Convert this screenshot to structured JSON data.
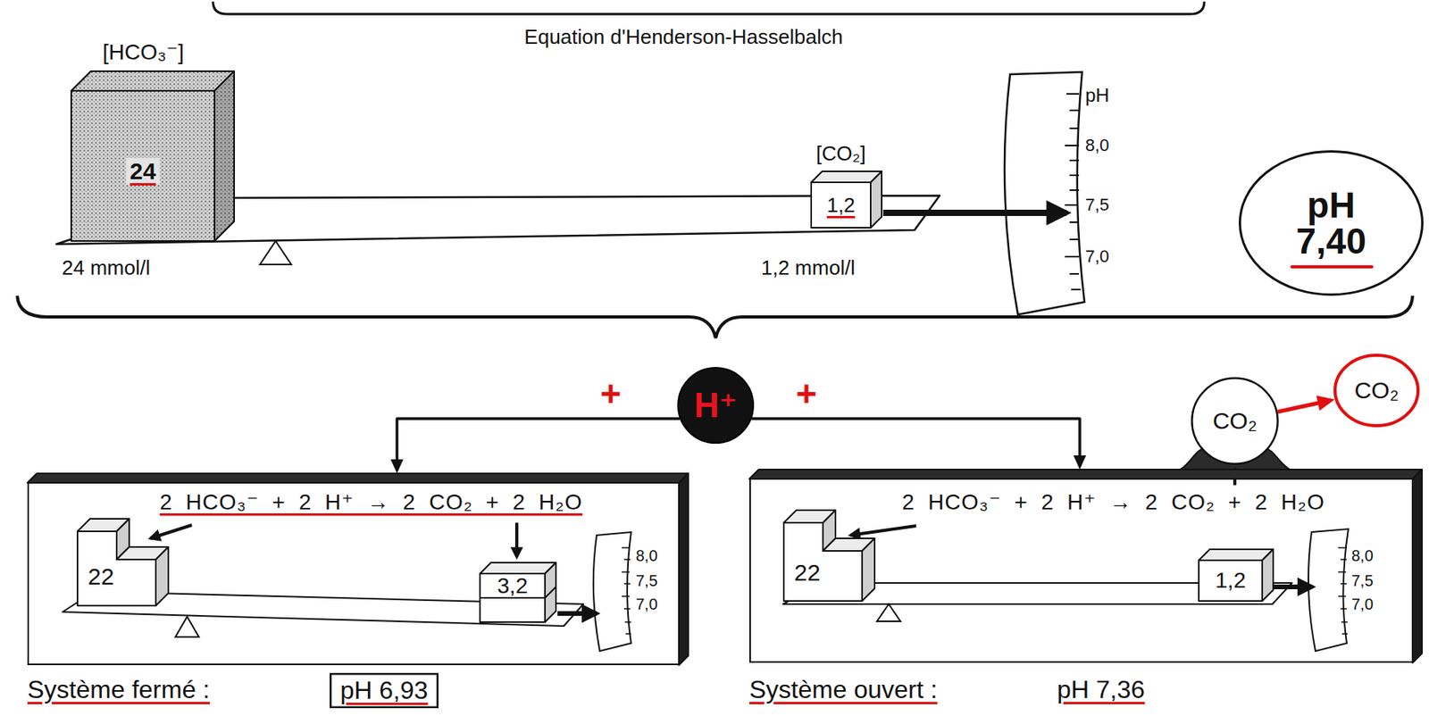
{
  "diagram": {
    "title": "Equation d'Henderson-Hasselbalch",
    "nodes": [
      {
        "text": [
          "[HCO₃⁻]",
          "24"
        ]
      },
      {
        "text": [
          "[CO₂]",
          "1,2"
        ]
      },
      {
        "text": [
          "pH 7,40"
        ]
      },
      {
        "text": [
          "H⁺"
        ]
      },
      {
        "text": [
          "2 HCO₃⁻ + 2 H⁺ → 2 CO₂ + 2 H₂O"
        ]
      },
      {
        "text": [
          "22"
        ],
        "in": 4
      },
      {
        "text": [
          "3,2"
        ],
        "in": 4
      },
      {
        "text": [
          "pH 6,93"
        ]
      },
      {
        "text": [
          "2 HCO₃⁻ + 2 H⁺ → 2 CO₂ + 2 H₂O"
        ]
      },
      {
        "text": [
          "22"
        ],
        "in": 8
      },
      {
        "text": [
          "1,2"
        ],
        "in": 8
      },
      {
        "text": [
          "CO₂"
        ]
      },
      {
        "text": [
          "CO₂"
        ]
      }
    ],
    "edges": [
      {
        "from": 3,
        "to": 4,
        "arrow": "to"
      },
      {
        "from": 3,
        "to": 8,
        "arrow": "to"
      },
      {
        "from": 11,
        "to": 12,
        "arrow": "to"
      }
    ],
    "labels": [
      "24 mmol/l",
      "1,2 mmol/l",
      "pH",
      "8,0",
      "7,5",
      "7,0",
      "+",
      "+",
      "8,0",
      "7,5",
      "7,0",
      "Système fermé :",
      "8,0",
      "7,5",
      "7,0",
      "Système ouvert :",
      "pH 7,36"
    ]
  }
}
